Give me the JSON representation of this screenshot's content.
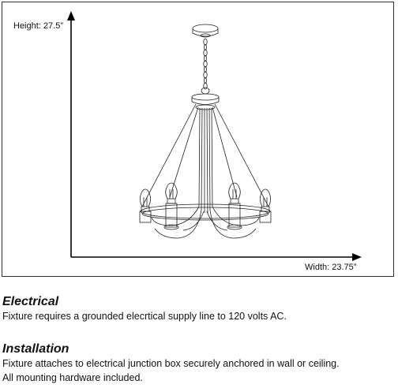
{
  "diagram": {
    "height_label": "Height: 27.5”",
    "width_label": "Width: 23.75”"
  },
  "sections": [
    {
      "heading": "Electrical",
      "lines": [
        "Fixture requires a grounded elecrtical supply line to 120 volts AC."
      ]
    },
    {
      "heading": "Installation",
      "lines": [
        "Fixture attaches to electrical junction box securely anchored in wall or ceiling.",
        "All mounting hardware included."
      ]
    }
  ]
}
